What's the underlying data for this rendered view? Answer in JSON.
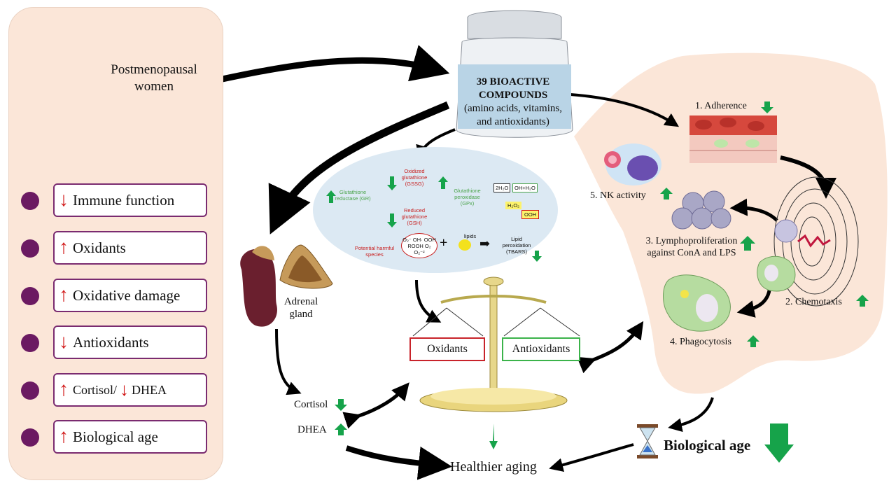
{
  "left_panel": {
    "person_label": "Postmenopausal women",
    "items": [
      {
        "arrow": "↓",
        "text": "Immune function"
      },
      {
        "arrow": "↑",
        "text": "Oxidants"
      },
      {
        "arrow": "↑",
        "text": "Oxidative damage"
      },
      {
        "arrow": "↓",
        "text": "Antioxidants"
      },
      {
        "arrow": "↑",
        "text": "Cortisol/",
        "arrow2": "↓",
        "text2": "DHEA"
      },
      {
        "arrow": "↑",
        "text": "Biological age"
      }
    ]
  },
  "bottle": {
    "title": "39 BIOACTIVE COMPOUNDS",
    "subtitle": "(amino acids, vitamins, and antioxidants)"
  },
  "cycle": {
    "gssg": "Oxidized glutathione (GSSG)",
    "gsh": "Reduced glutathione (GSH)",
    "gr": "Glutathione reductase (GR)",
    "gpx": "Glutathione peroxidase (GPx)",
    "water": "2H₂O",
    "oh": "OH+H₂O",
    "h2o2": "H₂O₂",
    "ooh": "OOH",
    "harmful": "Potential harmful species",
    "species": "O₂⁻ OH· OOH ROOH O₂ O₂⁻²",
    "lipids": "lipids",
    "lipid_perox": "Lipid peroxidation (TBARS)"
  },
  "adrenal": {
    "label": "Adrenal gland"
  },
  "hormones": {
    "cortisol": "Cortisol",
    "dhea": "DHEA"
  },
  "scale": {
    "oxidants": "Oxidants",
    "antioxidants": "Antioxidants"
  },
  "immune": {
    "adherence": "1. Adherence",
    "chemotaxis": "2. Chemotaxis",
    "lympho": "3. Lymphoproliferation against ConA and LPS",
    "phago": "4. Phagocytosis",
    "nk": "5. NK activity"
  },
  "bottom": {
    "healthier": "Healthier aging",
    "bio_age": "Biological age"
  },
  "colors": {
    "panel": "#fbe6d8",
    "accent": "#7a2b70",
    "down": "#d11818",
    "green": "#16a34a"
  }
}
